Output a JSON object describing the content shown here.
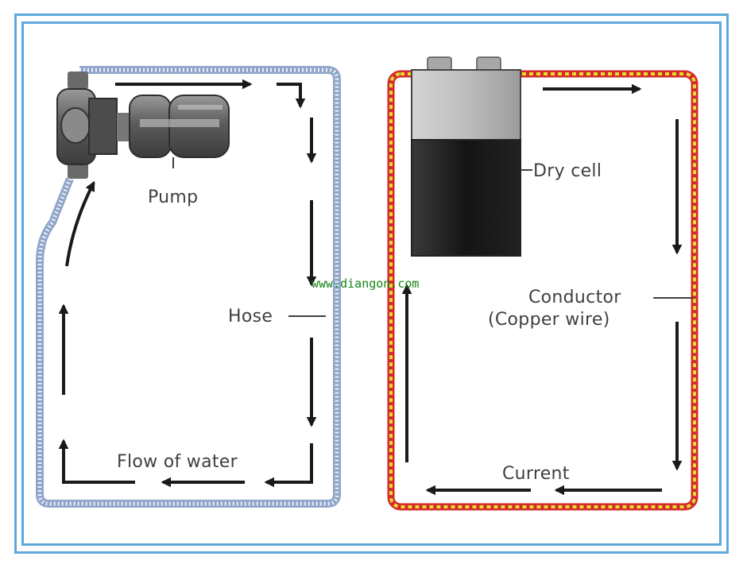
{
  "labels": {
    "pump": "Pump",
    "hose": "Hose",
    "flow_of_water": "Flow of water",
    "dry_cell": "Dry cell",
    "conductor_line1": "Conductor",
    "conductor_line2": "(Copper wire)",
    "current": "Current"
  },
  "watermark": "www.diangon.com",
  "colors": {
    "frame": "#5fa8dc",
    "hose": "#8ea4c9",
    "wire_red": "#d32b2b",
    "wire_yellow": "#e8dc2e",
    "arrow": "#1a1a1a",
    "label_text": "#404040",
    "watermark": "#128512"
  }
}
